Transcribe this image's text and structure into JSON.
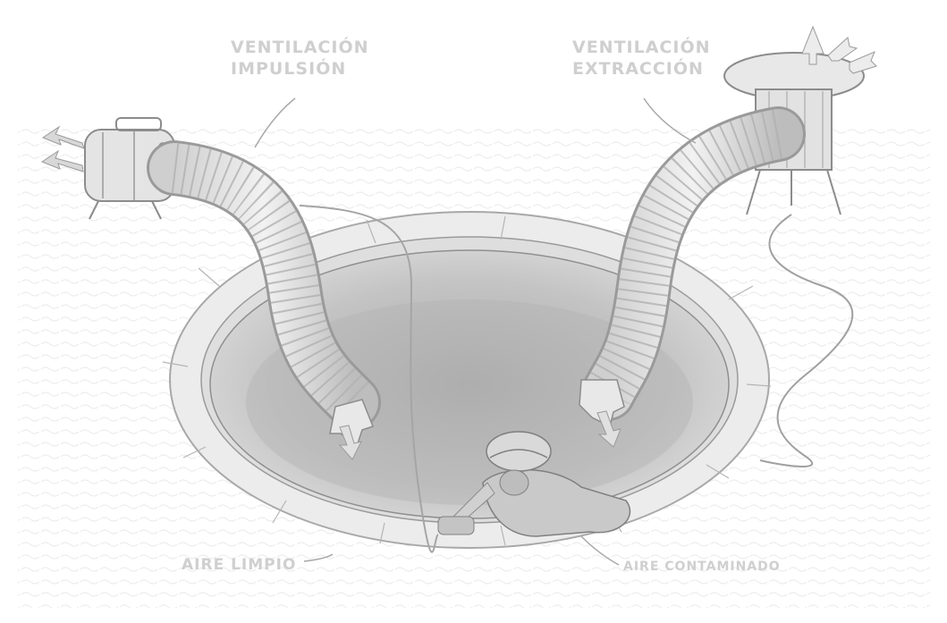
{
  "labels": {
    "impulsion": {
      "line1": "VENTILACIÓN",
      "line2": "IMPULSIÓN"
    },
    "extraccion": {
      "line1": "VENTILACIÓN",
      "line2": "EXTRACCIÓN"
    },
    "aire_limpio": "AIRE LIMPIO",
    "aire_contaminado": "AIRE CONTAMINADO"
  },
  "colors": {
    "background": "#ffffff",
    "pencil": "#8a8a8a",
    "text": "#cfcfcf"
  }
}
